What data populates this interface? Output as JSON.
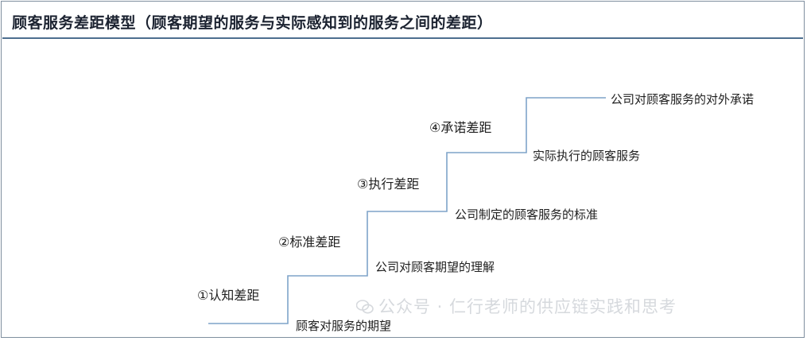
{
  "title": "顾客服务差距模型（顾客期望的服务与实际感知到的服务之间的差距）",
  "levels": [
    "顾客对服务的期望",
    "公司对顾客期望的理解",
    "公司制定的顾客服务的标准",
    "实际执行的顾客服务",
    "公司对顾客服务的对外承诺"
  ],
  "gaps": [
    "①认知差距",
    "②标准差距",
    "③执行差距",
    "④承诺差距"
  ],
  "watermark": "公众号 · 仁行老师的供应链实践和思考",
  "colors": {
    "stair_line": "#7fa4c9",
    "header_rule": "#4d6f8f",
    "text": "#1f1f1f"
  }
}
